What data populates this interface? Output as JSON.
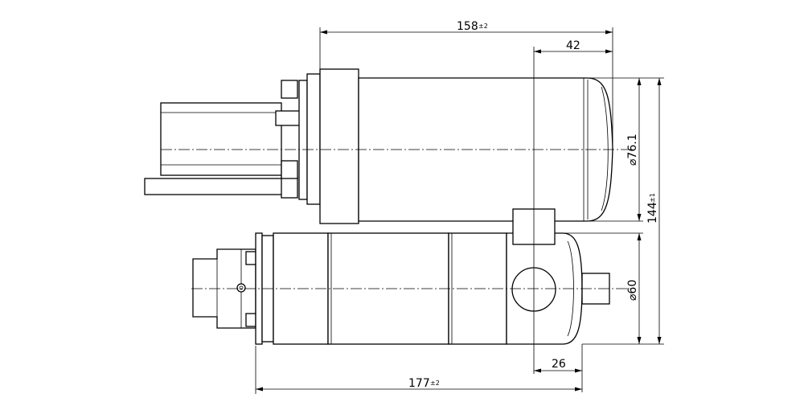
{
  "dimensions": {
    "overall_top": {
      "value": "158",
      "tolerance": "±2"
    },
    "end_cap_top": {
      "value": "42"
    },
    "top_diameter": {
      "value": "⌀76.1"
    },
    "overall_height": {
      "value": "144",
      "tolerance": "±1"
    },
    "bottom_diameter": {
      "value": "⌀60"
    },
    "end_offset_bottom": {
      "value": "26"
    },
    "overall_bottom": {
      "value": "177",
      "tolerance": "±2"
    }
  }
}
